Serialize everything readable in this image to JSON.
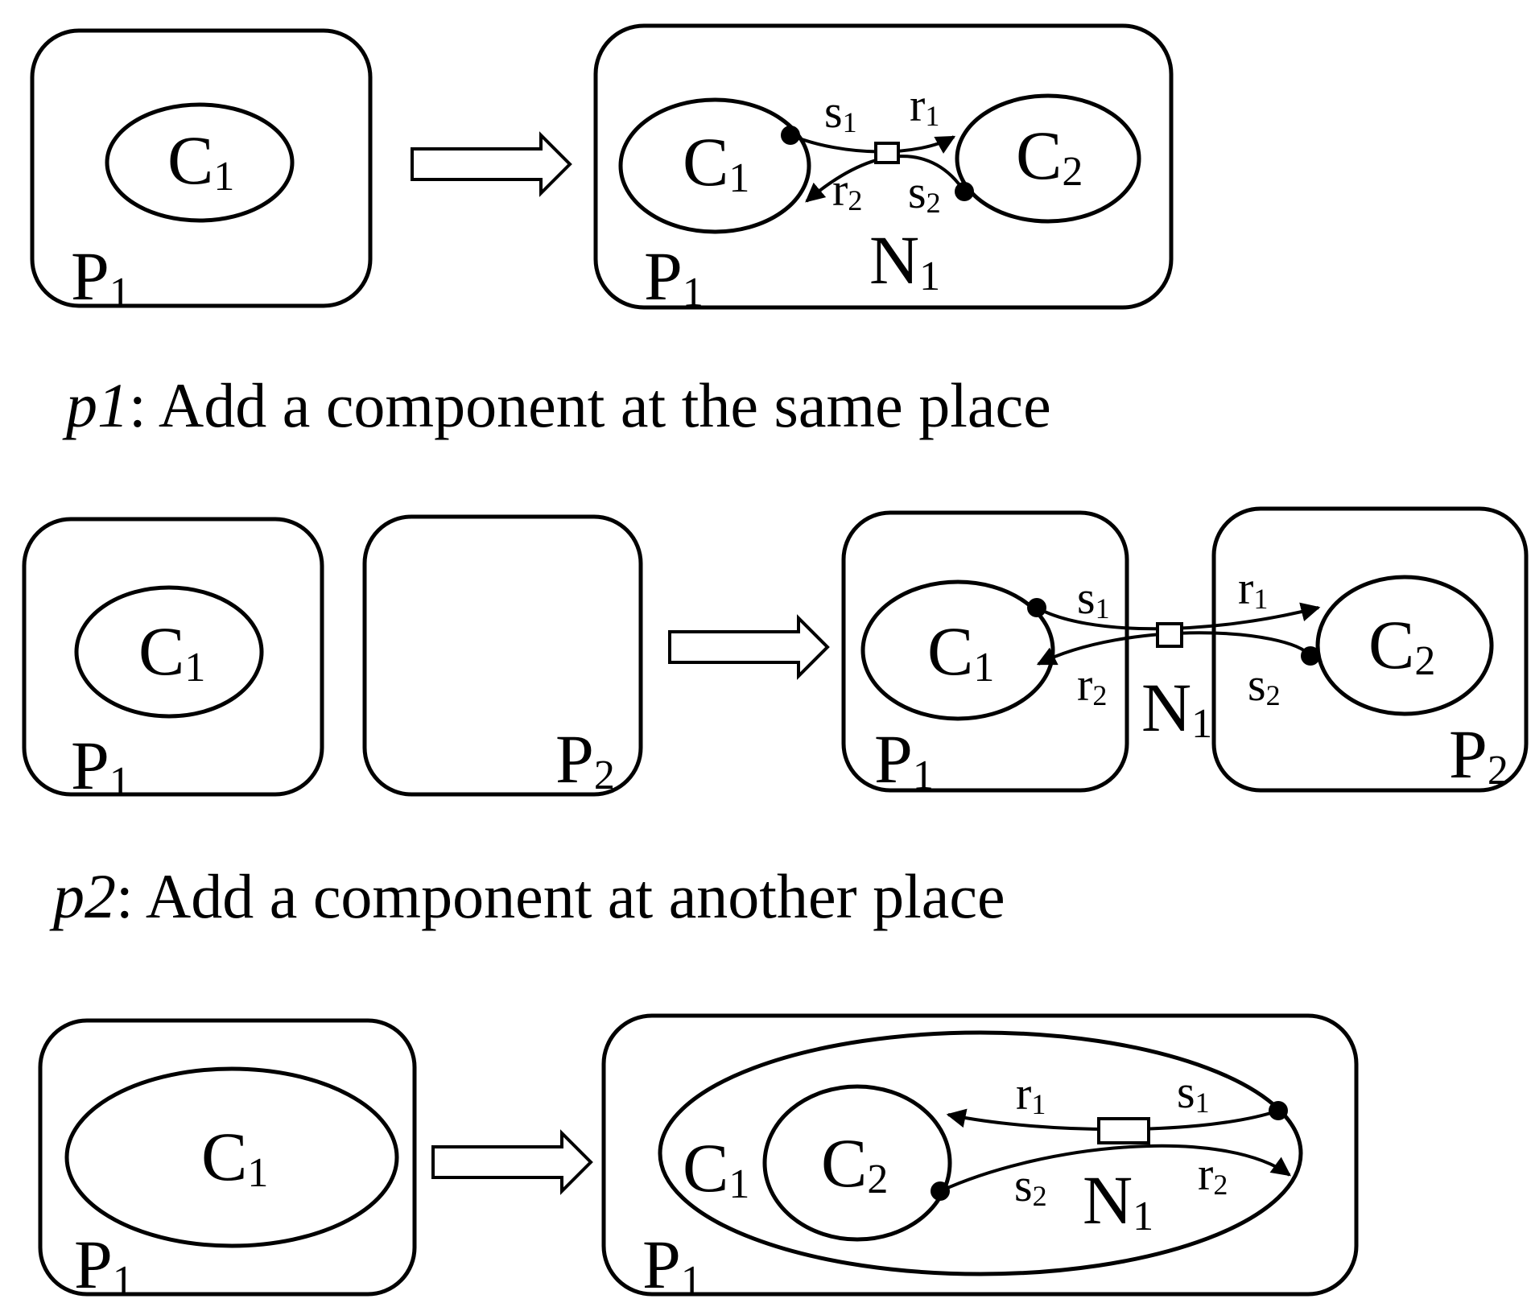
{
  "labels": {
    "C": "C",
    "P": "P",
    "N": "N",
    "s": "s",
    "r": "r",
    "one": "1",
    "two": "2"
  },
  "captions": [
    {
      "id": "p1",
      "italic": "p1",
      "text": ": Add a component at the same place"
    },
    {
      "id": "p2",
      "italic": "p2",
      "text": ": Add a component at another place"
    }
  ]
}
